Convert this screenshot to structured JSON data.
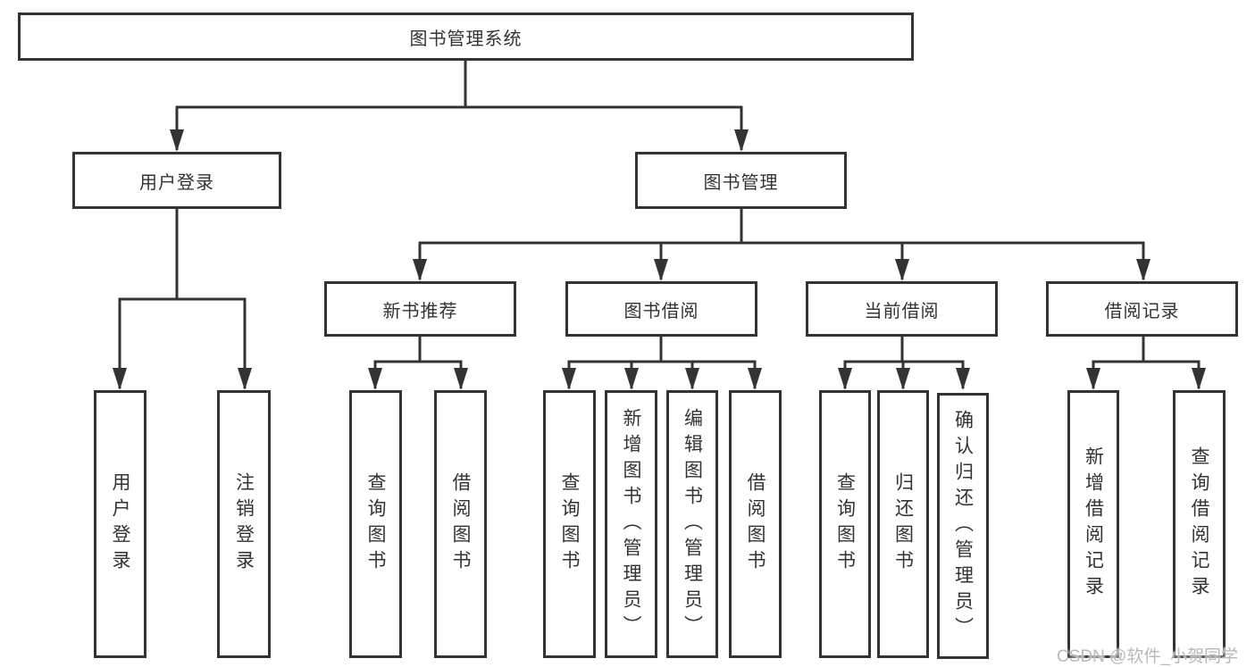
{
  "diagram": {
    "root": {
      "label": "图书管理系统"
    },
    "branches": [
      {
        "label": "用户登录",
        "children": [
          {
            "label": "用户登录"
          },
          {
            "label": "注销登录"
          }
        ]
      },
      {
        "label": "图书管理",
        "children": [
          {
            "label": "新书推荐",
            "children": [
              {
                "label": "查询图书"
              },
              {
                "label": "借阅图书"
              }
            ]
          },
          {
            "label": "图书借阅",
            "children": [
              {
                "label": "查询图书"
              },
              {
                "label": "新增图书（管理员）"
              },
              {
                "label": "编辑图书（管理员）"
              },
              {
                "label": "借阅图书"
              }
            ]
          },
          {
            "label": "当前借阅",
            "children": [
              {
                "label": "查询图书"
              },
              {
                "label": "归还图书"
              },
              {
                "label": "确认归还（管理员）"
              }
            ]
          },
          {
            "label": "借阅记录",
            "children": [
              {
                "label": "新增借阅记录"
              },
              {
                "label": "查询借阅记录"
              }
            ]
          }
        ]
      }
    ]
  },
  "colors": {
    "line": "#333333",
    "text": "#333333",
    "watermark": "#b9b9b9",
    "background": "#ffffff"
  },
  "watermark": {
    "text": "CSDN @软件_小贺同学"
  }
}
